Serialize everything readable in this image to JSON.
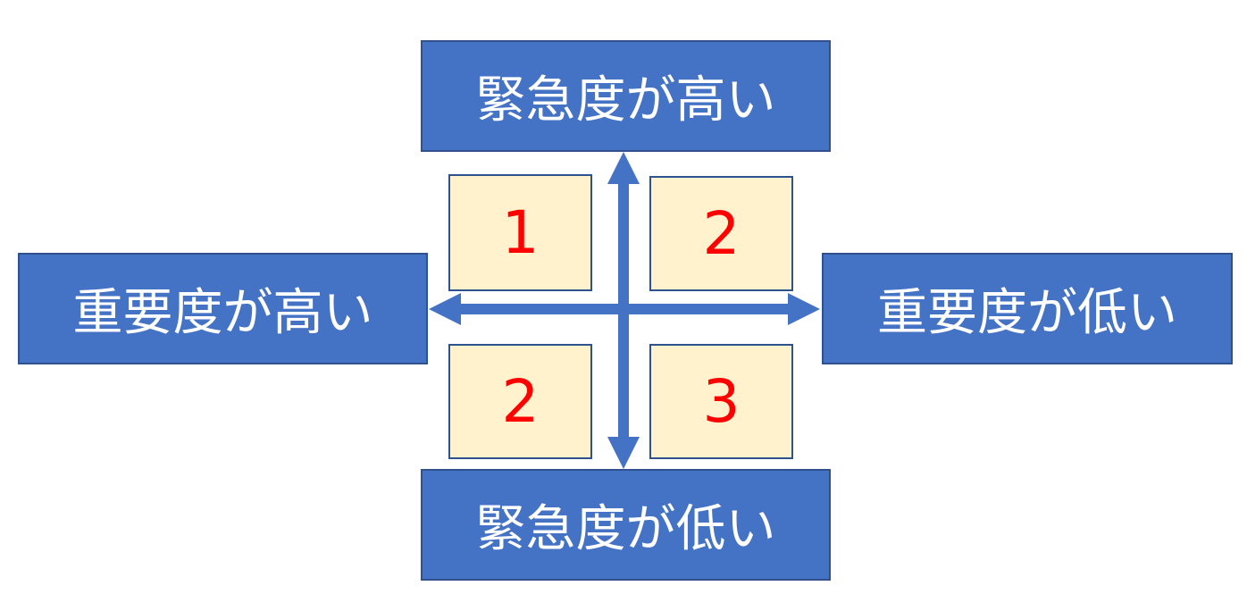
{
  "labels": {
    "top": "緊急度が高い",
    "bottom": "緊急度が低い",
    "left": "重要度が高い",
    "right": "重要度が低い"
  },
  "quadrants": {
    "top_left": "1",
    "top_right": "2",
    "bottom_left": "2",
    "bottom_right": "3"
  },
  "colors": {
    "box_fill": "#4472c4",
    "box_border": "#2f528f",
    "quadrant_fill": "#fff2cc",
    "quadrant_text": "#ff0000",
    "arrow": "#4472c4"
  }
}
